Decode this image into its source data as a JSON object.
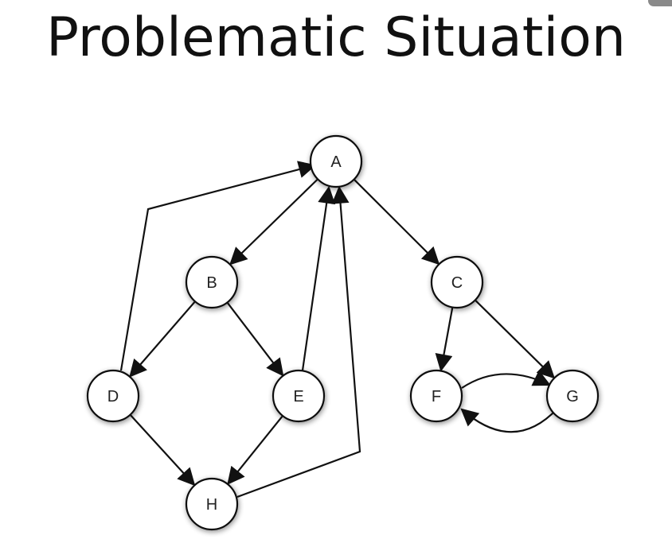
{
  "title": "Problematic Situation",
  "nodes": [
    {
      "id": "A",
      "label": "A"
    },
    {
      "id": "B",
      "label": "B"
    },
    {
      "id": "C",
      "label": "C"
    },
    {
      "id": "D",
      "label": "D"
    },
    {
      "id": "E",
      "label": "E"
    },
    {
      "id": "F",
      "label": "F"
    },
    {
      "id": "G",
      "label": "G"
    },
    {
      "id": "H",
      "label": "H"
    }
  ],
  "edges": [
    {
      "from": "A",
      "to": "B"
    },
    {
      "from": "A",
      "to": "C"
    },
    {
      "from": "B",
      "to": "D"
    },
    {
      "from": "B",
      "to": "E"
    },
    {
      "from": "D",
      "to": "A"
    },
    {
      "from": "D",
      "to": "H"
    },
    {
      "from": "E",
      "to": "A"
    },
    {
      "from": "E",
      "to": "H"
    },
    {
      "from": "H",
      "to": "A"
    },
    {
      "from": "C",
      "to": "F"
    },
    {
      "from": "C",
      "to": "G"
    },
    {
      "from": "F",
      "to": "G"
    },
    {
      "from": "G",
      "to": "F"
    }
  ]
}
